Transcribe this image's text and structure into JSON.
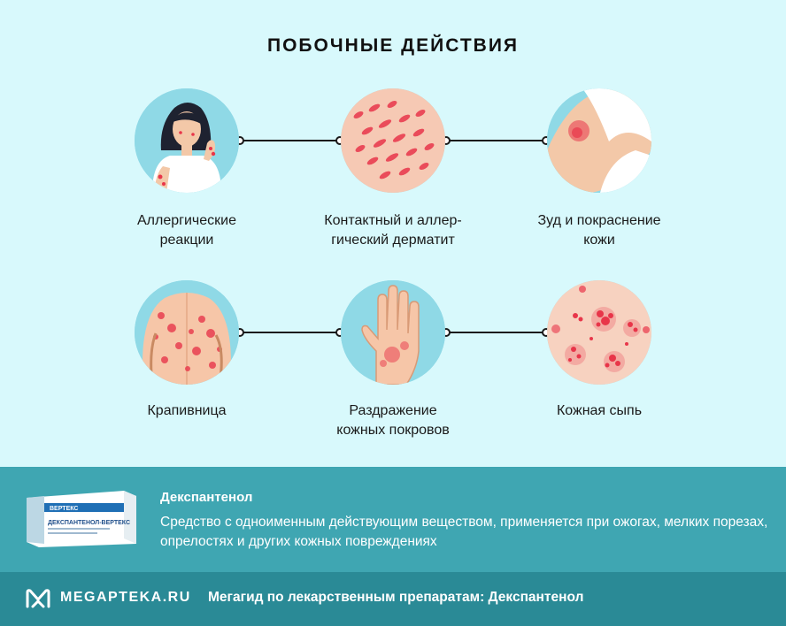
{
  "title": "ПОБОЧНЫЕ ДЕЙСТВИЯ",
  "effects": [
    {
      "label": "Аллергические\nреакции",
      "icon": "allergy-woman-icon"
    },
    {
      "label": "Контактный и аллер-\nгический дерматит",
      "icon": "dermatitis-icon"
    },
    {
      "label": "Зуд и покраснение\nкожи",
      "icon": "itching-arm-icon"
    },
    {
      "label": "Крапивница",
      "icon": "urticaria-back-icon"
    },
    {
      "label": "Раздражение\nкожных покровов",
      "icon": "irritated-hand-icon"
    },
    {
      "label": "Кожная сыпь",
      "icon": "skin-rash-icon"
    }
  ],
  "product": {
    "name": "Декспантенол",
    "description": "Средство с одноименным действующим веществом, применяется при ожогах, мелких порезах, опрелостях и других кожных повреждениях",
    "box_brand": "ВЕРТЕКС",
    "box_title": "ДЕКСПАНТЕНОЛ-ВЕРТЕКС"
  },
  "footer": {
    "logo": "MEGAPTEKA.RU",
    "text": "Мегагид по лекарственным препаратам: Декспантенол"
  },
  "colors": {
    "background": "#d8f9fc",
    "circle": "#8fd9e6",
    "product_band": "#3fa6b2",
    "footer": "#2a8a96",
    "rash": "#e8364a"
  }
}
